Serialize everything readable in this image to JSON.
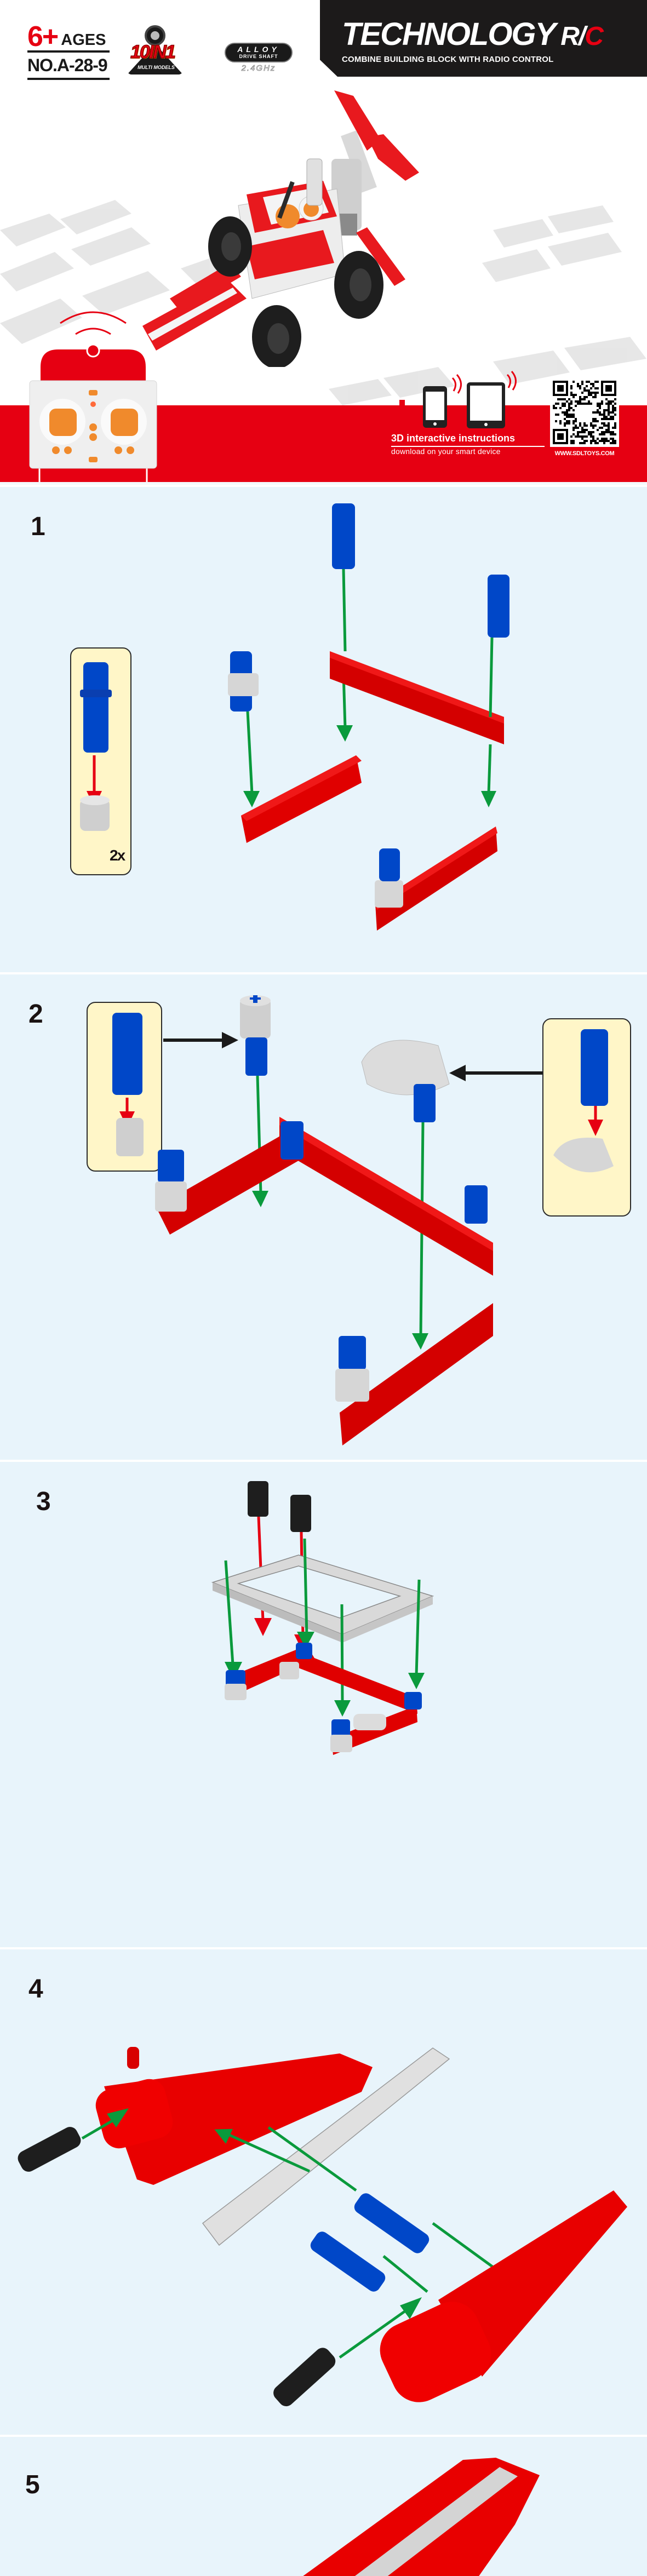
{
  "cover": {
    "age": {
      "number": "6+",
      "label": "AGES"
    },
    "model_number": "NO.A-28-9",
    "badge_multi": {
      "headline": "10IN1",
      "caption": "MULTI MODELS"
    },
    "badge_alloy": {
      "line1": "ALLOY",
      "line2": "DRIVE SHAFT",
      "frequency": "2.4GHz"
    },
    "brand": {
      "title": "TECHNOLOGY",
      "suffix_r": "R/",
      "suffix_c": "C",
      "subtitle": "COMBINE BUILDING BLOCK WITH RADIO CONTROL"
    },
    "promo": {
      "title": "3D interactive instructions",
      "subtitle": "download on your smart device",
      "icons": [
        "plus-icon",
        "smartphone-icon",
        "tablet-icon",
        "wireless-signal-icon"
      ]
    },
    "qr": {
      "caption": "WWW.SDLTOYS.COM"
    },
    "colors": {
      "brand_red": "#e60012",
      "brand_black": "#1c1a1a",
      "step_bg": "#e8f4fb",
      "callout_bg": "#fff6c8",
      "arrow_green": "#0a9a3c",
      "arrow_red": "#e60012",
      "part_blue": "#0047c8",
      "part_grey": "#d2d2d2"
    }
  },
  "steps": [
    {
      "number": "1",
      "callout": {
        "count": "2x"
      }
    },
    {
      "number": "2"
    },
    {
      "number": "3"
    },
    {
      "number": "4"
    },
    {
      "number": "5"
    }
  ]
}
